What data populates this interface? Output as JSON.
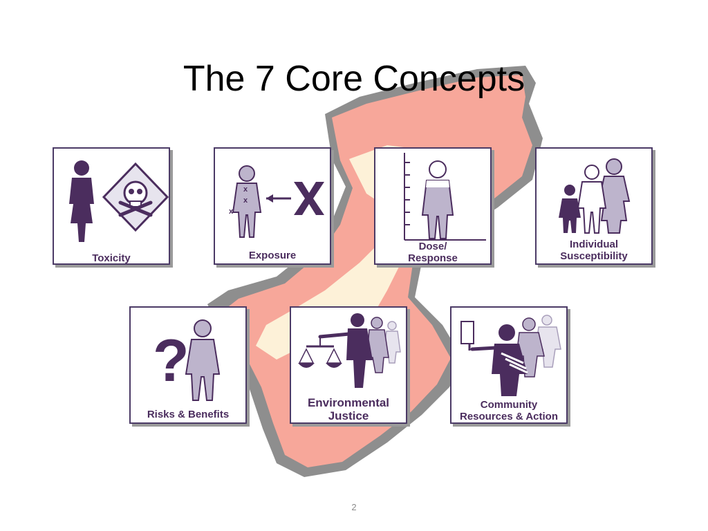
{
  "slide": {
    "title": "The 7 Core Concepts",
    "page_number": "2"
  },
  "colors": {
    "primary_purple": "#4b2d5e",
    "light_purple": "#bdb4cc",
    "background_shape_pink": "#f7a79a",
    "background_shape_cream": "#fdf1d8",
    "background_shape_gray": "#8e8e8e"
  },
  "concepts": [
    {
      "label": "Toxicity",
      "icon": "woman-skull-diamond-icon"
    },
    {
      "label": "Exposure",
      "icon": "person-x-arrow-icon"
    },
    {
      "label_line1": "Dose/",
      "label_line2": "Response",
      "icon": "person-scale-icon"
    },
    {
      "label_line1": "Individual",
      "label_line2": "Susceptibility",
      "icon": "family-icon"
    },
    {
      "label": "Risks & Benefits",
      "icon": "question-person-icon"
    },
    {
      "label_line1": "Environmental",
      "label_line2": "Justice",
      "icon": "scales-of-justice-icon"
    },
    {
      "label_line1": "Community",
      "label_line2": "Resources & Action",
      "icon": "person-sign-crowd-icon"
    }
  ]
}
